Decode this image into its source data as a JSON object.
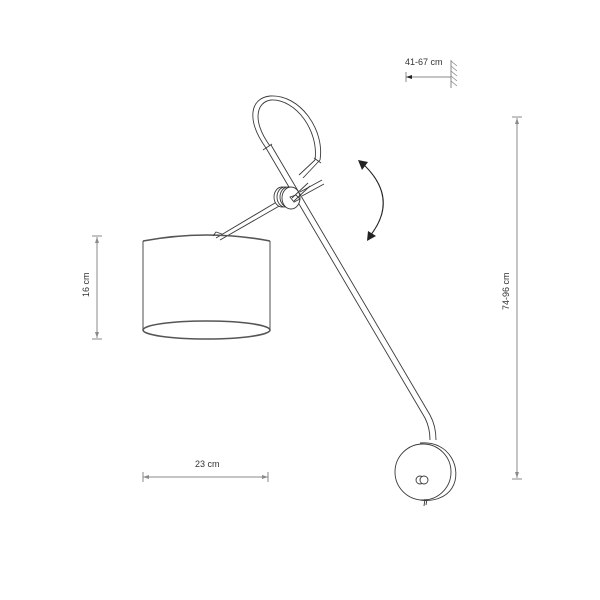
{
  "drawing": {
    "type": "product dimension drawing",
    "subject": "adjustable wall lamp with drum shade",
    "colors": {
      "line": "#3a3a3a",
      "dimension": "#8a8a8a",
      "text": "#333333",
      "background": "#ffffff"
    }
  },
  "dimensions": {
    "wall_projection": {
      "label": "41-67 cm",
      "orientation": "horizontal"
    },
    "total_height": {
      "label": "74-96 cm",
      "orientation": "vertical"
    },
    "shade_height": {
      "label": "16 cm",
      "orientation": "vertical"
    },
    "shade_diameter": {
      "label": "23 cm",
      "orientation": "horizontal"
    }
  },
  "components": {
    "wall_symbol": "wall-hatch",
    "shade": "drum-shade",
    "arm": "angled-arm",
    "loop": "curved-cable-loop",
    "joint": "pivot-knuckle",
    "base": "round-wall-plate",
    "switch": "knob-switch",
    "rotation_indicator": "double-headed-curved-arrow"
  }
}
